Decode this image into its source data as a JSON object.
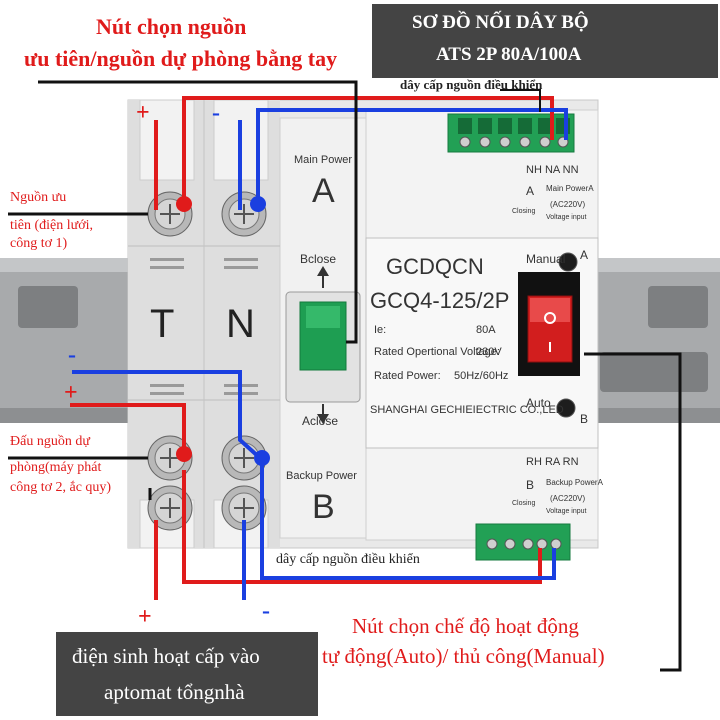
{
  "title": {
    "line1": "SƠ ĐỒ NỐI DÂY BỘ",
    "line2": "ATS 2P 80A/100A"
  },
  "labels": {
    "manual_select_line1": "Nút chọn nguồn",
    "manual_select_line2": "ưu tiên/nguồn dự phòng bằng tay",
    "control_power_top": "dây cấp nguồn điều khiển",
    "priority_source_line1": "Nguồn ưu",
    "priority_source_line2": "tiên (điện lưới,",
    "priority_source_line3": "công tơ 1)",
    "backup_source_line1": "Đấu nguồn dự",
    "backup_source_line2": "phòng(máy phát",
    "backup_source_line3": "công tơ 2, ắc quy)",
    "control_power_bottom": "dây cấp nguồn điều khiển",
    "mode_select_line1": "Nút chọn chế độ hoạt động",
    "mode_select_line2": "tự động(Auto)/ thủ công(Manual)",
    "output_line1": "điện sinh hoạt cấp vào",
    "output_line2": "aptomat tổngnhà"
  },
  "polarity": {
    "top_plus": "+",
    "top_minus": "-",
    "mid_minus": "-",
    "mid_plus": "+",
    "bottom_plus": "+",
    "bottom_minus": "-"
  },
  "device": {
    "brand": "GCDQCN",
    "model": "GCQ4-125/2P",
    "ie_label": "Ie:",
    "ie_value": "80A",
    "rated_voltage_label": "Rated Opertional Voltage:",
    "rated_voltage_value": "230V",
    "rated_power_label": "Rated Power:",
    "rated_power_value": "50Hz/60Hz",
    "maker": "SHANGHAI GECHIEIECTRIC CO.,LED",
    "pole_t": "T",
    "pole_n": "N",
    "main_power_label": "Main Power",
    "main_power_letter": "A",
    "backup_power_label": "Backup Power",
    "backup_power_letter": "B",
    "bclose": "Bclose",
    "aclose": "Aclose",
    "manual": "Manual",
    "auto": "Auto",
    "ind_a": "A",
    "ind_b": "B",
    "top_terminals": "NH NA NN",
    "top_term_letter": "A",
    "top_term_closing": "Closing",
    "top_term_l1": "Main PowerA",
    "top_term_l2": "(AC220V)",
    "top_term_l3": "Voltage input",
    "bot_terminals": "RH RA RN",
    "bot_term_letter": "B",
    "bot_term_closing": "Closing",
    "bot_term_l1": "Backup PowerA",
    "bot_term_l2": "(AC220V)",
    "bot_term_l3": "Voltage input"
  },
  "colors": {
    "red_wire": "#e01b1b",
    "blue_wire": "#1a3fe0",
    "black_wire": "#111111",
    "green": "#1e9e52",
    "switch_red": "#d21e1e",
    "label_box": "#444444"
  }
}
